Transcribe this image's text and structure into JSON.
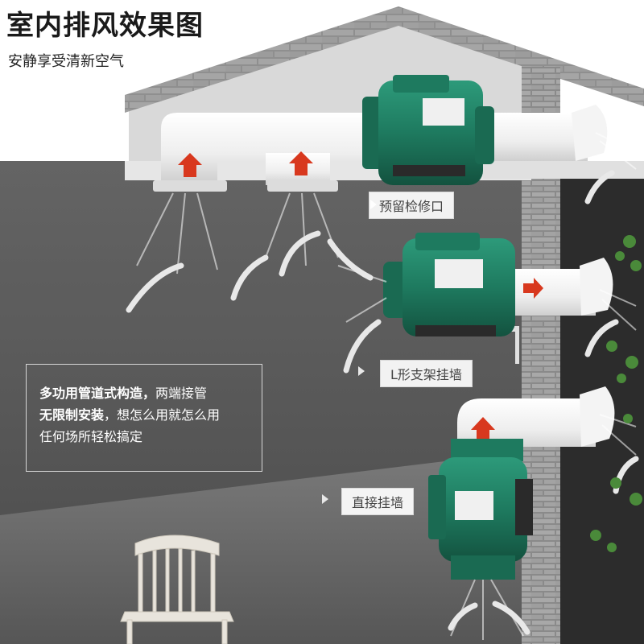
{
  "header": {
    "title": "室内排风效果图",
    "subtitle": "安静享受清新空气"
  },
  "callouts": {
    "inspection_port": "预留检修口",
    "l_bracket": "L形支架挂墙",
    "direct_mount": "直接挂墙"
  },
  "info": {
    "line1_bold": "多功用管道式构造，",
    "line1_rest": "两端接管",
    "line2_bold": "无限制安装",
    "line2_rest": "，想怎么用就怎么用",
    "line3": "任何场所轻松搞定"
  },
  "colors": {
    "fan_green": "#1f7a60",
    "arrow_red": "#d8381e",
    "wall_gray": "#5e5e5e",
    "brick": "#9a9a9a"
  }
}
